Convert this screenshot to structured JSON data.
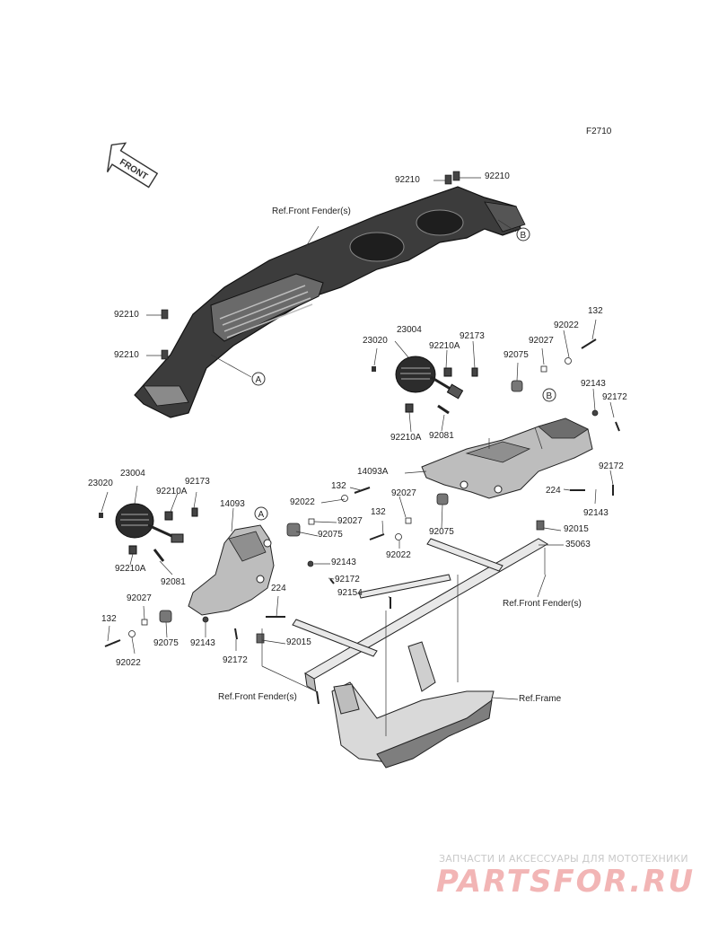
{
  "figure_code": "F2710",
  "front_badge": "FRONT",
  "callouts": {
    "A": "A",
    "B": "B"
  },
  "refs": {
    "front_fender_top": "Ref.Front Fender(s)",
    "front_fender_right": "Ref.Front Fender(s)",
    "front_fender_bottom": "Ref.Front Fender(s)",
    "frame": "Ref.Frame"
  },
  "part_numbers": [
    "92210",
    "92210",
    "92210",
    "92210",
    "23020",
    "23004",
    "92210A",
    "92173",
    "92210A",
    "92081",
    "14093A",
    "92022",
    "92027",
    "132",
    "92075",
    "92143",
    "92172",
    "92172",
    "92143",
    "224",
    "92015",
    "35063",
    "132",
    "92022",
    "92027",
    "92075",
    "132",
    "92022",
    "23020",
    "23004",
    "92210A",
    "92173",
    "14093",
    "92210A",
    "92081",
    "92022",
    "92027",
    "92075",
    "92143",
    "92172",
    "224",
    "92154",
    "92027",
    "132",
    "92075",
    "92022",
    "92143",
    "92172",
    "92015"
  ],
  "watermark": {
    "tagline": "ЗАПЧАСТИ И АКСЕССУАРЫ ДЛЯ МОТОТЕХНИКИ",
    "brand": "PARTSFOR.RU"
  }
}
